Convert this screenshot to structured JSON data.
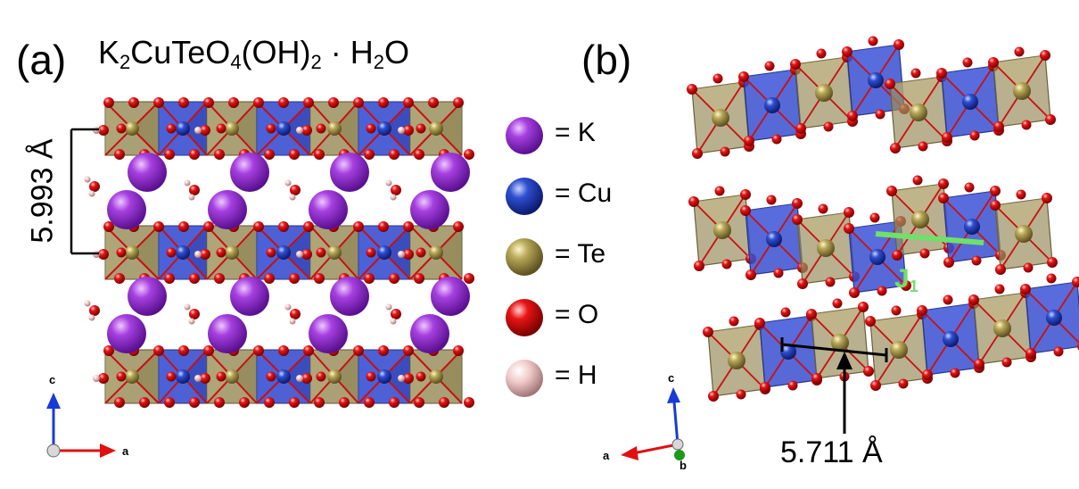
{
  "panel_a": {
    "label": "(a)",
    "formula": {
      "p1": "K",
      "s1": "2",
      "p2": "CuTeO",
      "s2": "4",
      "p3": "(OH)",
      "s3": "2",
      "p4": " · H",
      "s4": "2",
      "p5": "O"
    },
    "interlayer_distance": "5.993 Å",
    "axes": {
      "vertical": "c",
      "horizontal": "a"
    }
  },
  "panel_b": {
    "label": "(b)",
    "coupling": {
      "main": "J",
      "sub": "1"
    },
    "cu_cu_distance": "5.711 Å",
    "axes": {
      "vertical": "c",
      "left": "a",
      "out": "b"
    }
  },
  "legend": [
    {
      "element": "K",
      "text": "= K",
      "color": "#9b30d9"
    },
    {
      "element": "Cu",
      "text": "= Cu",
      "color": "#2040c0"
    },
    {
      "element": "Te",
      "text": "= Te",
      "color": "#b09a4a"
    },
    {
      "element": "O",
      "text": "= O",
      "color": "#e01010"
    },
    {
      "element": "H",
      "text": "= H",
      "color": "#f2c6c6"
    }
  ],
  "colors": {
    "te_polyhedron": "#9a8f5e",
    "cu_polyhedron": "#3a4fcf",
    "oxygen": "#e01010",
    "potassium": "#9b30d9",
    "hydrogen": "#f2c6c6",
    "copper": "#2a48c8",
    "tellurium": "#b3a45a",
    "j1_line": "#6fe06a",
    "axis_c": "#1a3ad8",
    "axis_a": "#e01010",
    "axis_b": "#1a9a1a"
  }
}
